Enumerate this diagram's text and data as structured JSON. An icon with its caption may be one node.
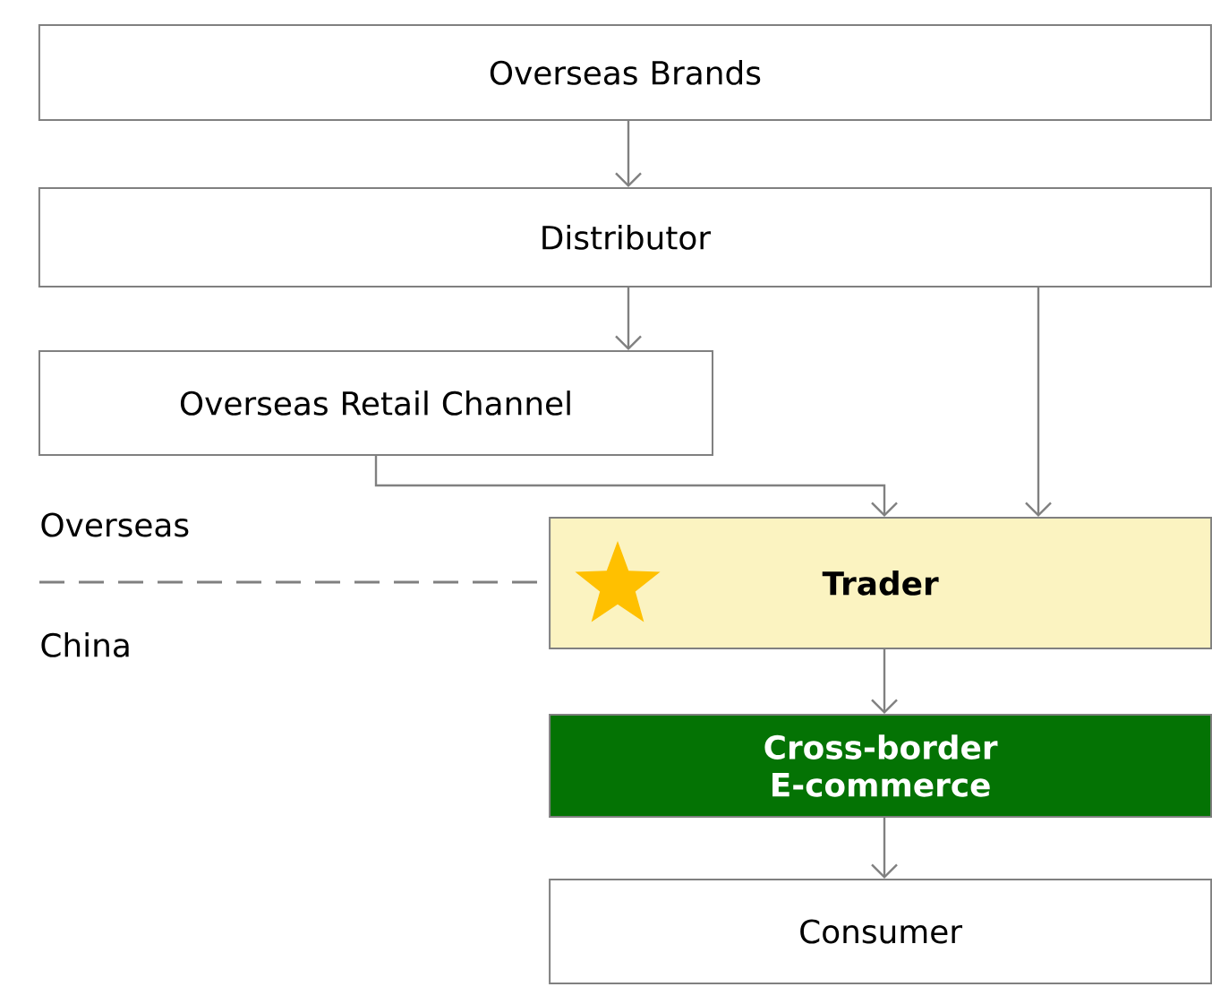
{
  "diagram": {
    "nodes": [
      {
        "text": [
          "Overseas Brands"
        ]
      },
      {
        "text": [
          "Distributor"
        ]
      },
      {
        "text": [
          "Overseas Retail Channel"
        ]
      },
      {
        "text": [
          "Trader"
        ]
      },
      {
        "text": [
          "Cross-border E-commerce"
        ]
      },
      {
        "text": [
          "Consumer"
        ]
      }
    ],
    "edges": [
      {
        "from": 0,
        "to": 1,
        "arrow": "to"
      },
      {
        "from": 1,
        "to": 2,
        "arrow": "to"
      },
      {
        "from": 1,
        "to": 3,
        "arrow": "to"
      },
      {
        "from": 2,
        "to": 3,
        "arrow": "to"
      },
      {
        "from": 3,
        "to": 4,
        "arrow": "to"
      },
      {
        "from": 4,
        "to": 5,
        "arrow": "to"
      }
    ],
    "labels": [
      "Overseas",
      "China"
    ]
  }
}
